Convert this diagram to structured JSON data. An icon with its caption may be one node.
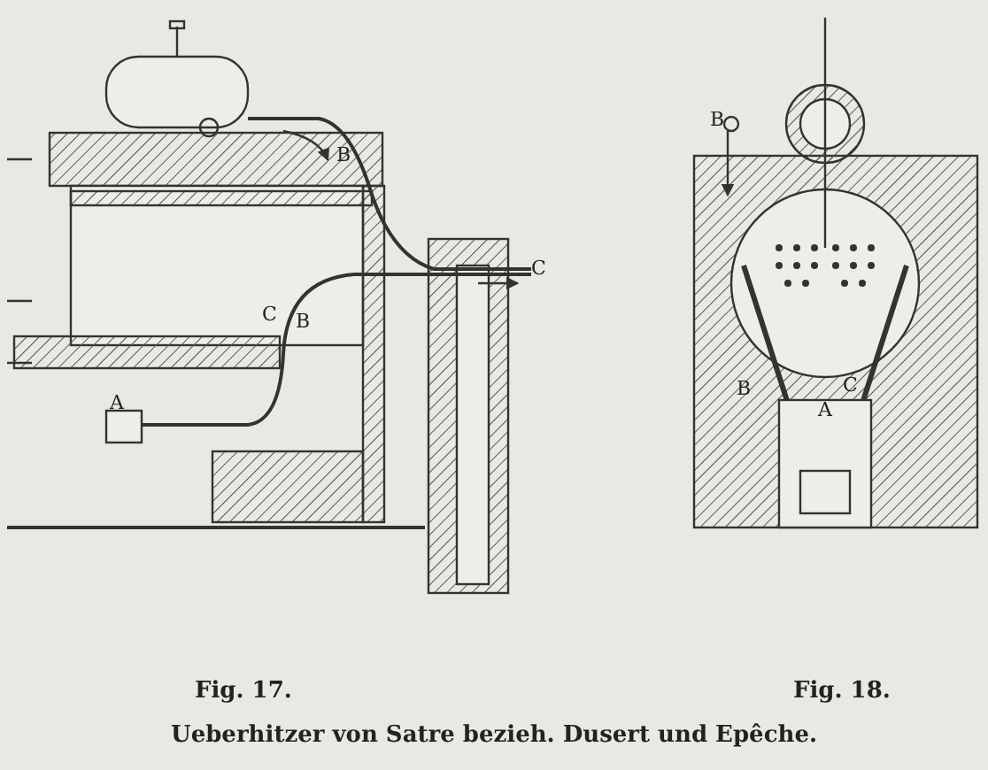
{
  "diagram": {
    "caption": "Ueberhitzer von Satre bezieh. Dusert und Epêche.",
    "labels": [
      "B",
      "C",
      "C",
      "B",
      "A",
      "Fig. 17.",
      "B",
      "B",
      "C",
      "A",
      "Fig. 18."
    ]
  }
}
